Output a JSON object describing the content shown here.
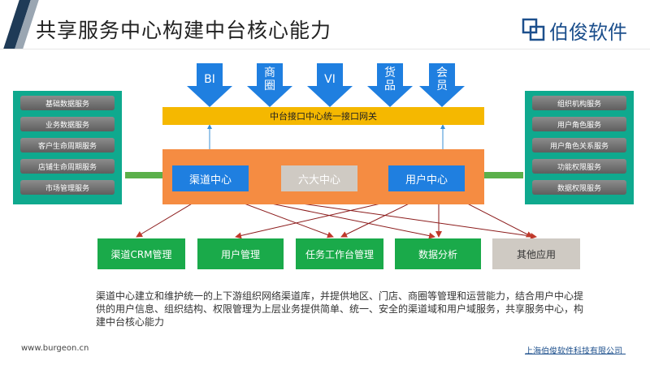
{
  "header": {
    "title": "共享服务中心构建中台核心能力",
    "logo_text": "伯俊软件"
  },
  "top_arrows": [
    {
      "label": "BI"
    },
    {
      "label": "商\n圈"
    },
    {
      "label": "VI"
    },
    {
      "label": "货\n品"
    },
    {
      "label": "会\n员"
    }
  ],
  "gateway_label": "中台接口中心统一接口网关",
  "center": {
    "channel_center": "渠道中心",
    "six_centers": "六大中心",
    "user_center": "用户中心"
  },
  "left_services": [
    "基础数据服务",
    "业务数据服务",
    "客户生命周期服务",
    "店铺生命周期服务",
    "市场管理服务"
  ],
  "right_services": [
    "组织机构服务",
    "用户角色服务",
    "用户角色关系服务",
    "功能权限服务",
    "数据权限服务"
  ],
  "bottom_modules": [
    "渠道CRM管理",
    "用户管理",
    "任务工作台管理",
    "数据分析",
    "其他应用"
  ],
  "description": "渠道中心建立和维护统一的上下游组织网络渠道库，并提供地区、门店、商圈等管理和运营能力，结合用户中心提供的用户信息、组织结构、权限管理为上层业务提供简单、统一、安全的渠道域和用户域服务，共享服务中心，构建中台核心能力",
  "footer": {
    "website": "www.burgeon.cn",
    "company": "上海伯俊软件科技有限公司"
  },
  "colors": {
    "arrow_blue": "#1f7fe0",
    "gateway_yellow": "#f5b800",
    "band_orange": "#f58c42",
    "panel_teal": "#0fa98e",
    "module_green": "#1aaa4a",
    "link_red": "#8b1a1a"
  }
}
